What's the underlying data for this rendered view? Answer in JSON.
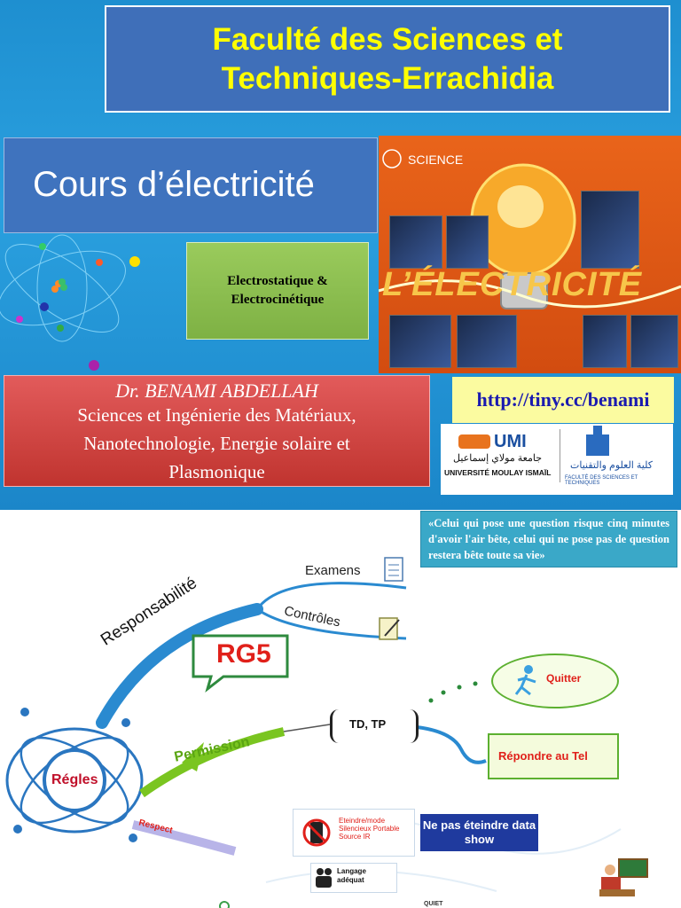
{
  "slide": {
    "title": "Faculté des Sciences et Techniques-Errachidia",
    "course": "Cours d’électricité",
    "subtitle_line1": "Electrostatique &",
    "subtitle_line2": "Electrocinétique",
    "author_name": "Dr. BENAMI ABDELLAH",
    "author_line1": "Sciences et Ingénierie des Matériaux,",
    "author_line2": "Nanotechnologie, Energie solaire et",
    "author_line3": "Plasmonique",
    "url": "http://tiny.cc/benami",
    "cover_label": "SCIENCE",
    "cover_title": "L’ÉLECTRICITÉ",
    "logo_umi_ar": "جامعة مولاي إسماعيل",
    "logo_umi_fr": "UNIVERSITÉ MOULAY ISMAÏL",
    "logo_fst_ar": "كلية العلوم والتقنيات",
    "logo_fst_fr": "FACULTÉ DES SCIENCES ET TECHNIQUES"
  },
  "mindmap": {
    "quote": "«Celui qui pose une question risque cinq minutes d'avoir l'air bête, celui qui ne pose pas de question restera bête toute sa vie»",
    "center": "Régles",
    "rg5": "RG5",
    "responsabilite": "Responsabilité",
    "examens": "Examens",
    "controles": "Contrôles",
    "permission": "Permission",
    "td_tp": "TD, TP",
    "quitter": "Quitter",
    "repondre": "Répondre au Tel",
    "respect": "Respect",
    "eteindre": "Eteindre/mode Silencieux Portable Source IR",
    "langage": "Langage adéquat",
    "no_show": "Ne pas éteindre data show",
    "quiet": "QUIET"
  },
  "colors": {
    "title_text": "#ffff00",
    "title_bg": "#3f6fb9",
    "author_bg": "#c0342f",
    "subtitle_bg": "#8cbf50",
    "url_text": "#1a1ab0",
    "branch_blue": "#2a8ad0",
    "branch_green": "#7ac520"
  }
}
